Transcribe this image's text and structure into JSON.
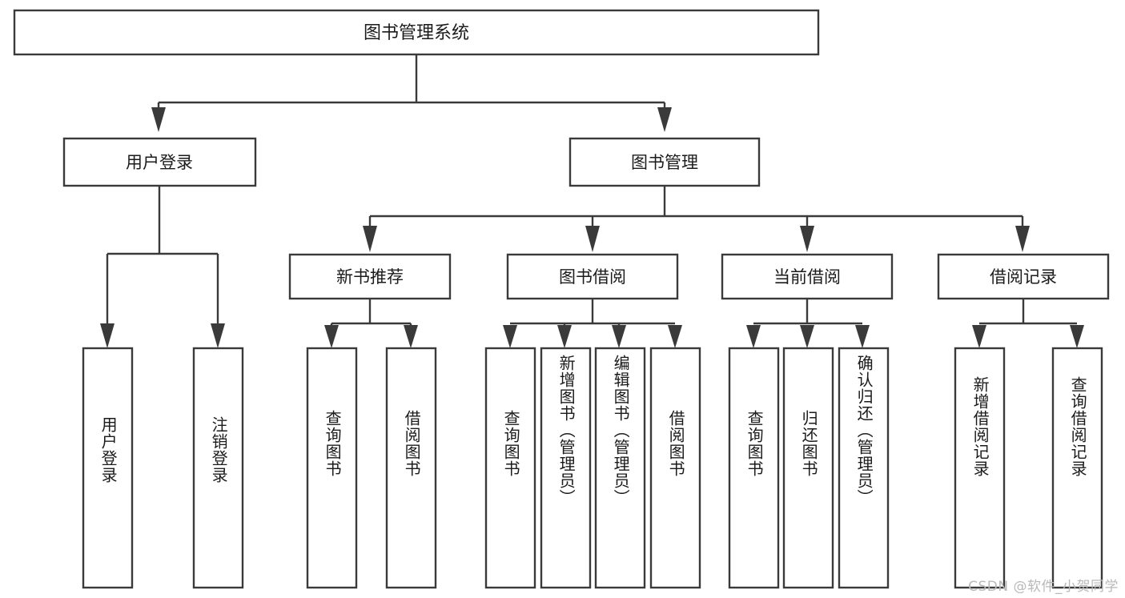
{
  "diagram": {
    "title_node": {
      "label": "图书管理系统"
    },
    "level2": [
      {
        "id": "user-login",
        "label": "用户登录"
      },
      {
        "id": "book-manage",
        "label": "图书管理"
      }
    ],
    "level3": [
      {
        "id": "new-book-recommend",
        "label": "新书推荐"
      },
      {
        "id": "book-borrow",
        "label": "图书借阅"
      },
      {
        "id": "current-borrow",
        "label": "当前借阅"
      },
      {
        "id": "borrow-record",
        "label": "借阅记录"
      }
    ],
    "leaves": {
      "user_login": [
        {
          "id": "leaf-user-login",
          "label": "用户登录"
        },
        {
          "id": "leaf-logout",
          "label": "注销登录"
        }
      ],
      "new_book_recommend": [
        {
          "id": "leaf-query-book-1",
          "label": "查询图书"
        },
        {
          "id": "leaf-borrow-book-1",
          "label": "借阅图书"
        }
      ],
      "book_borrow": [
        {
          "id": "leaf-query-book-2",
          "label": "查询图书"
        },
        {
          "id": "leaf-add-book",
          "label": "新增图书（管理员）"
        },
        {
          "id": "leaf-edit-book",
          "label": "编辑图书（管理员）"
        },
        {
          "id": "leaf-borrow-book-2",
          "label": "借阅图书"
        }
      ],
      "current_borrow": [
        {
          "id": "leaf-query-book-3",
          "label": "查询图书"
        },
        {
          "id": "leaf-return-book",
          "label": "归还图书"
        },
        {
          "id": "leaf-confirm-return",
          "label": "确认归还（管理员）"
        }
      ],
      "borrow_record": [
        {
          "id": "leaf-add-record",
          "label": "新增借阅记录"
        },
        {
          "id": "leaf-query-record",
          "label": "查询借阅记录"
        }
      ]
    },
    "watermark": "CSDN @软件_小贺同学",
    "colors": {
      "stroke": "#3a3a3a",
      "fill": "#ffffff",
      "text": "#1b1b1b",
      "watermark": "#b9b9b9"
    }
  }
}
